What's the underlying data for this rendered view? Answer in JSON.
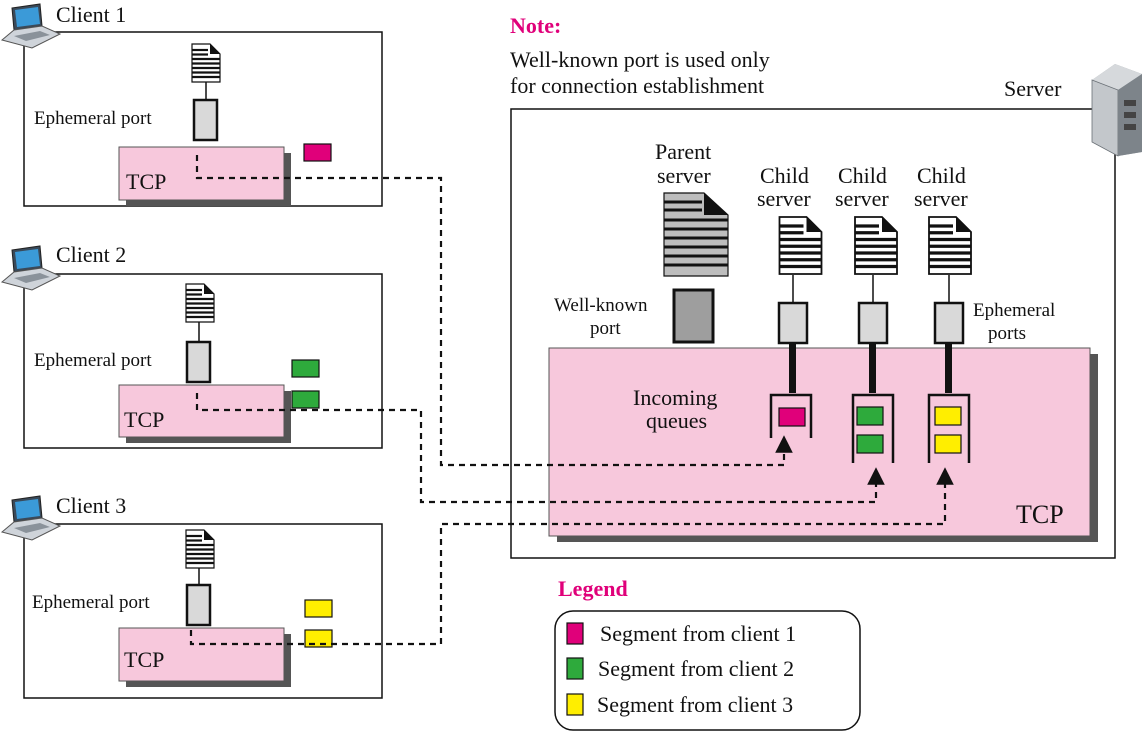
{
  "note": {
    "title": "Note:",
    "line1": "Well-known port is used only",
    "line2": "for connection establishment"
  },
  "clients": [
    {
      "label": "Client 1",
      "port_label": "Ephemeral port",
      "tcp_label": "TCP"
    },
    {
      "label": "Client 2",
      "port_label": "Ephemeral port",
      "tcp_label": "TCP"
    },
    {
      "label": "Client 3",
      "port_label": "Ephemeral port",
      "tcp_label": "TCP"
    }
  ],
  "server": {
    "label": "Server",
    "parent_line1": "Parent",
    "parent_line2": "server",
    "wellknown_line1": "Well-known",
    "wellknown_line2": "port",
    "children": [
      {
        "line1": "Child",
        "line2": "server"
      },
      {
        "line1": "Child",
        "line2": "server"
      },
      {
        "line1": "Child",
        "line2": "server"
      }
    ],
    "ephemeral_line1": "Ephemeral",
    "ephemeral_line2": "ports",
    "queues_line1": "Incoming",
    "queues_line2": "queues",
    "tcp_label": "TCP"
  },
  "legend": {
    "title": "Legend",
    "items": [
      {
        "label": "Segment from client 1",
        "color": "#e0007a"
      },
      {
        "label": "Segment from client 2",
        "color": "#2eaa3c"
      },
      {
        "label": "Segment from client 3",
        "color": "#ffee00"
      }
    ]
  },
  "colors": {
    "accent": "#e0007a",
    "tcp_fill": "#f7c8dc",
    "shadow": "#555555",
    "port_fill": "#d9d9d9",
    "client1": "#e0007a",
    "client2": "#2eaa3c",
    "client3": "#ffee00"
  }
}
